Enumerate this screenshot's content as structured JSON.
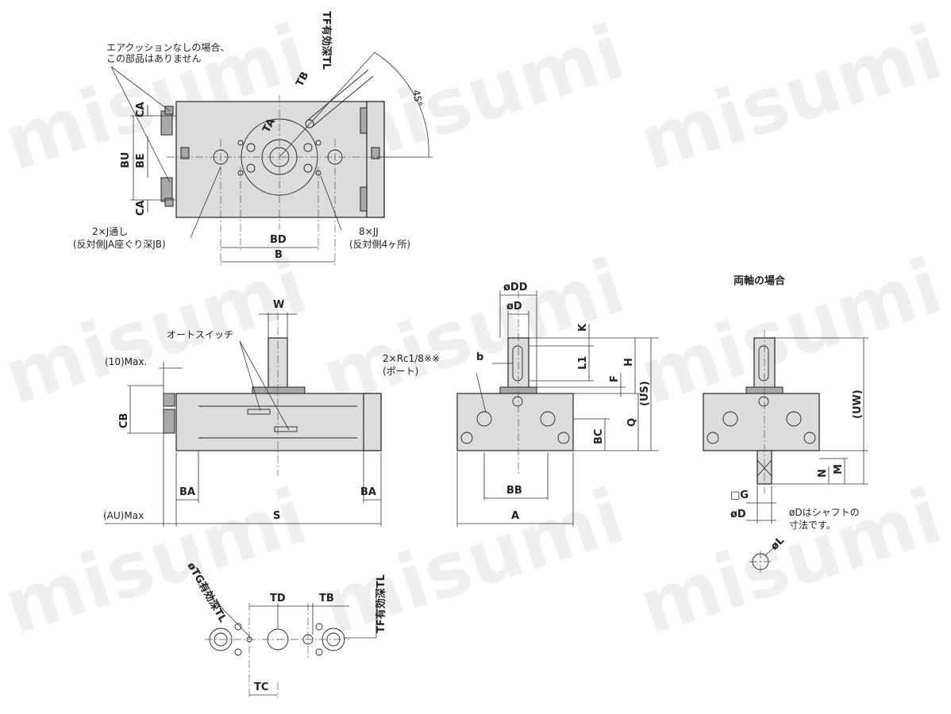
{
  "top_view": {
    "note_line1": "エアクッションなしの場合、",
    "note_line2": "この部品はありません",
    "tf_label": "TF有効深TL",
    "angle": "45°",
    "tb": "TB",
    "ta": "TA",
    "ca_top": "CA",
    "ca_bottom": "CA",
    "bu": "BU",
    "be": "BE",
    "bd": "BD",
    "b": "B",
    "j_hole_line1": "2×J通し",
    "j_hole_line2": "(反対側JA座ぐり深JB)",
    "jj_line1": "8×JJ",
    "jj_line2": "(反対側4ヶ所)"
  },
  "side_view": {
    "w": "W",
    "autoswitch": "オートスイッチ",
    "ten_max": "(10)Max.",
    "cb": "CB",
    "ba_left": "BA",
    "ba_right": "BA",
    "au_max": "(AU)Max",
    "s": "S"
  },
  "front_view": {
    "dd": "øDD",
    "d": "øD",
    "k": "K",
    "b": "b",
    "l1": "L1",
    "h": "H",
    "f": "F",
    "us": "(US)",
    "port_line1": "2×Rc1/8※※",
    "port_line2": "(ポート)",
    "q": "Q",
    "bc": "BC",
    "bb": "BB",
    "a": "A"
  },
  "double_shaft": {
    "title": "両軸の場合",
    "uw": "(UW)",
    "n": "N",
    "m": "M",
    "g": "□G",
    "d": "øD",
    "note_line1": "øDはシャフトの",
    "note_line2": "寸法です。",
    "l": "øL"
  },
  "bottom_view": {
    "tg": "øTG有効深TL",
    "td": "TD",
    "tb": "TB",
    "tf": "TF有効深TL",
    "tc": "TC"
  },
  "watermark": "misumi"
}
